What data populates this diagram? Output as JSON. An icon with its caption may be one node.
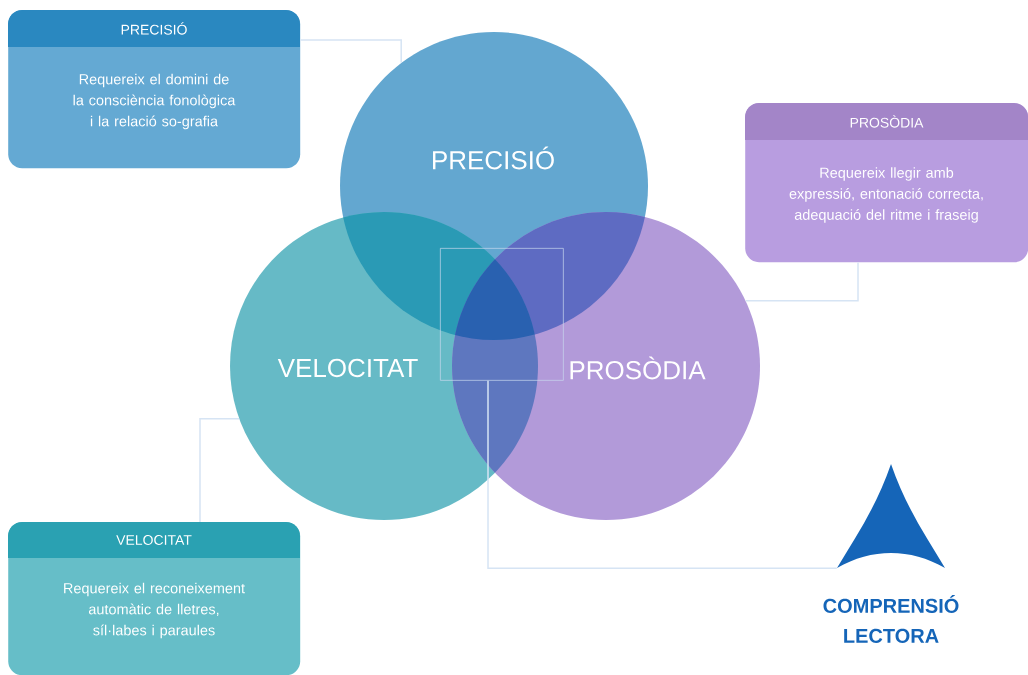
{
  "diagram": {
    "nodes": [
      {
        "text": [
          "PRECISIÓ",
          "Requereix el domini de la consciència fonològica i la relació so-grafia"
        ]
      },
      {
        "text": [
          "PRECISIÓ"
        ]
      },
      {
        "text": [
          "VELOCITAT"
        ]
      },
      {
        "text": [
          "PROSÒDIA"
        ]
      },
      {
        "text": [
          "PROSÒDIA",
          "Requereix llegir amb expressió, entonació correcta, adequació del ritme i fraseig"
        ]
      },
      {
        "text": [
          "VELOCITAT",
          "Requereix el reconeixement automàtic de lletres, síl·labes i paraules"
        ]
      },
      {
        "text": [],
        "shape": "box"
      },
      {
        "text": [],
        "shape": "triangle",
        "beside": [
          "COMPRENSIÓ LECTORA"
        ]
      }
    ],
    "edges": [
      {
        "from": 0,
        "to": 1,
        "arrow": "none"
      },
      {
        "from": 4,
        "to": 3,
        "arrow": "none"
      },
      {
        "from": 5,
        "to": 2,
        "arrow": "none"
      },
      {
        "from": 6,
        "to": 7,
        "arrow": "none"
      }
    ]
  }
}
